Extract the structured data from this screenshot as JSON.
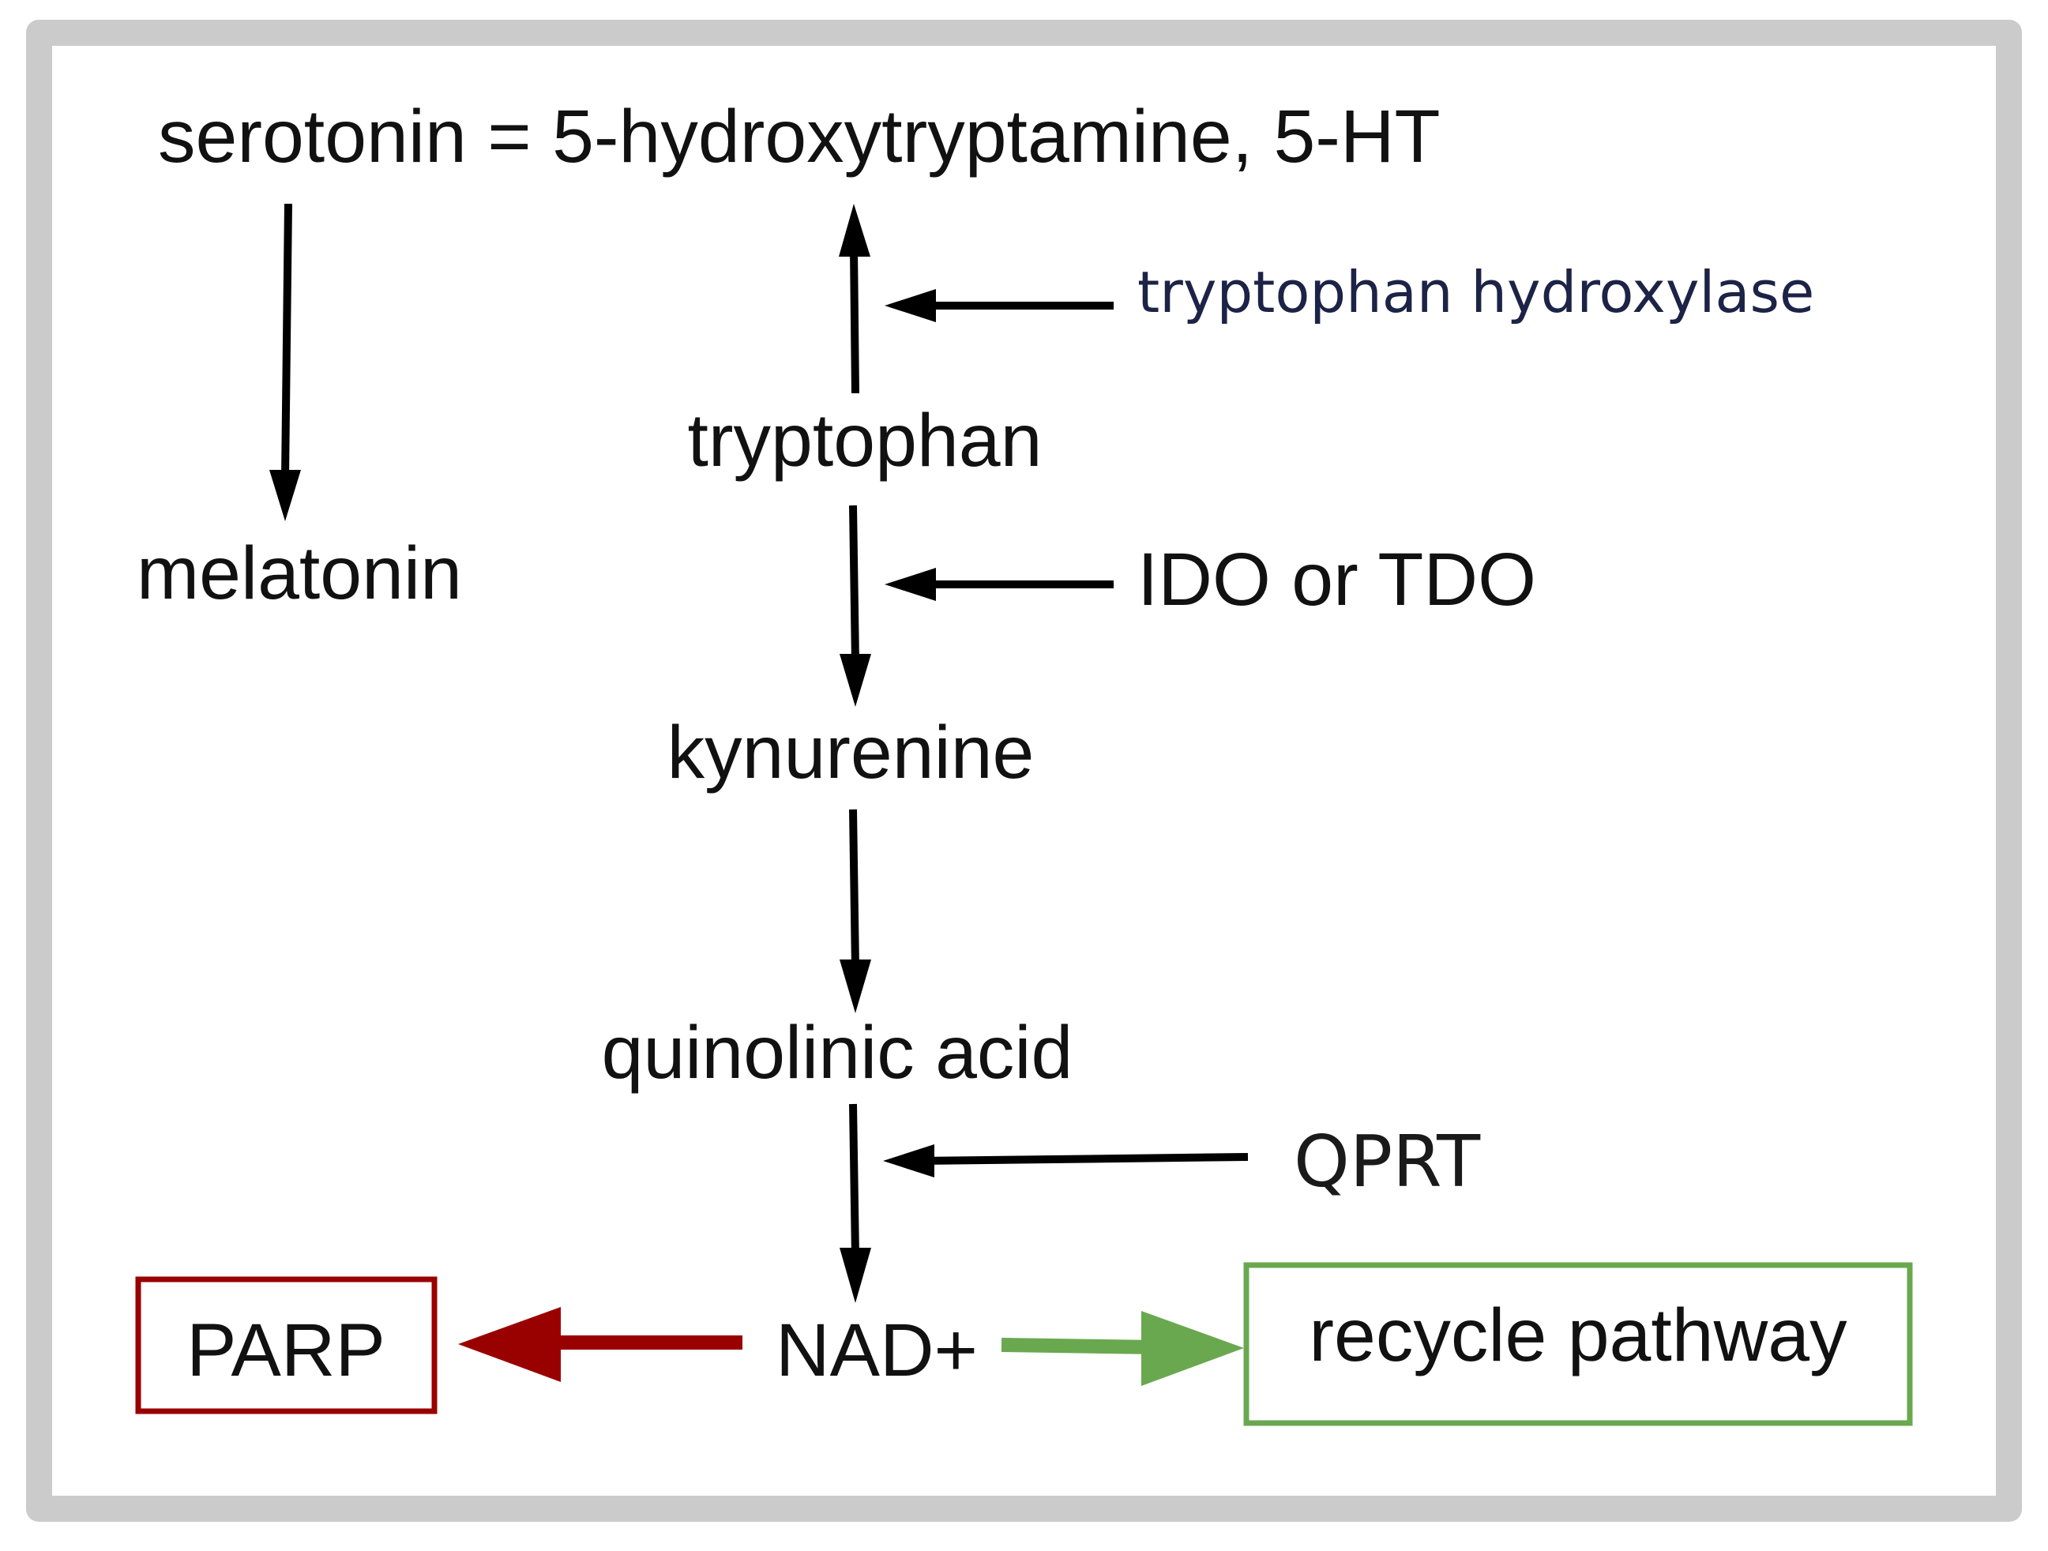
{
  "nodes": {
    "serotonin": "serotonin = 5-hydroxytryptamine, 5-HT",
    "melatonin": "melatonin",
    "tryptophan": "tryptophan",
    "kynurenine": "kynurenine",
    "quinolinic_acid": "quinolinic acid",
    "nad": "NAD+",
    "parp": "PARP",
    "recycle": "recycle pathway"
  },
  "enzymes": {
    "tryptophan_hydroxylase": "tryptophan hydroxylase",
    "ido_tdo": "IDO or TDO",
    "qprt": "QPRT"
  },
  "colors": {
    "parp": "#990000",
    "recycle": "#6aa84f",
    "enzyme_blue": "#1c2346",
    "frame": "#cbcbcb"
  }
}
